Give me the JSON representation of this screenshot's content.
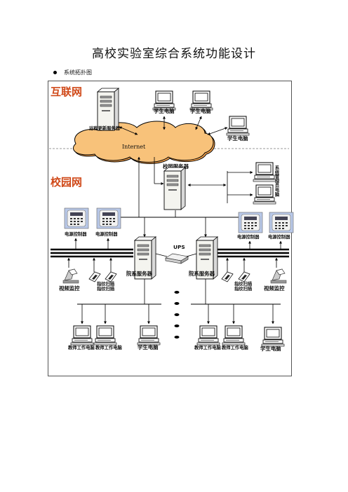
{
  "document": {
    "title": "高校实验室综合系统功能设计",
    "bullet": "系统拓扑图"
  },
  "diagram": {
    "zones": {
      "internet": "互联网",
      "campus": "校园网"
    },
    "cloud_label": "Internet",
    "labels": {
      "remote_server": "远程更新服务器",
      "student_pc": "学生电脑",
      "campus_server": "校园服务器",
      "system_admin_pc": "系统管理员电脑",
      "power_controller": "电源控制器",
      "ups": "UPS",
      "college_server": "院系服务器",
      "video_monitor": "视频监控",
      "fingerprint_1": "指纹扫描",
      "fingerprint_2": "指纹扫描",
      "teacher_pc": "教师工作电脑"
    }
  }
}
